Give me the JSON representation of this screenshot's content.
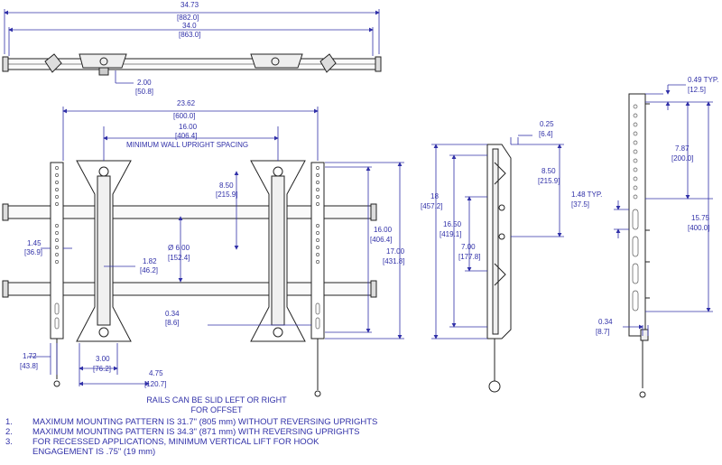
{
  "dims": {
    "top_overall": "34.73",
    "top_overall_mm": "[882.0]",
    "top_inner": "34.0",
    "top_inner_mm": "[863.0]",
    "top_hook": "2.00",
    "top_hook_mm": "[50.8]",
    "front_width": "23.62",
    "front_width_mm": "[600.0]",
    "front_spacing": "16.00",
    "front_spacing_mm": "[406.4]",
    "front_spacing_label": "MINIMUM WALL UPRIGHT SPACING",
    "front_vert_a": "8.50",
    "front_vert_a_mm": "[215.9]",
    "front_dia": "Ø 6.00",
    "front_dia_mm": "[152.4]",
    "front_182": "1.82",
    "front_182_mm": "[46.2]",
    "front_145": "1.45",
    "front_145_mm": "[36.9]",
    "front_034": "0.34",
    "front_034_mm": "[8.6]",
    "front_172": "1.72",
    "front_172_mm": "[43.8]",
    "front_300": "3.00",
    "front_300_mm": "[76.2]",
    "front_475": "4.75",
    "front_475_mm": "[120.7]",
    "front_1600": "16.00",
    "front_1600_mm": "[406.4]",
    "front_1700": "17.00",
    "front_1700_mm": "[431.8]",
    "side_18": "18",
    "side_18_mm": "[457.2]",
    "side_1650": "16.50",
    "side_1650_mm": "[419.1]",
    "side_700": "7.00",
    "side_700_mm": "[177.8]",
    "side_025": "0.25",
    "side_025_mm": "[6.4]",
    "side_850": "8.50",
    "side_850_mm": "[215.9]",
    "right_049": "0.49  TYP.",
    "right_049_mm": "[12.5]",
    "right_787": "7.87",
    "right_787_mm": "[200.0]",
    "right_148": "1.48  TYP.",
    "right_148_mm": "[37.5]",
    "right_1575": "15.75",
    "right_1575_mm": "[400.0]",
    "right_034": "0.34",
    "right_034_mm": "[8.7]"
  },
  "rails_note_1": "RAILS CAN BE SLID LEFT OR RIGHT",
  "rails_note_2": "FOR OFFSET",
  "notes": [
    {
      "num": "1.",
      "text": "MAXIMUM MOUNTING PATTERN IS 31.7\" (805 mm) WITHOUT REVERSING UPRIGHTS"
    },
    {
      "num": "2.",
      "text": "MAXIMUM MOUNTING PATTERN IS 34.3\" (871 mm) WITH REVERSING UPRIGHTS"
    },
    {
      "num": "3.",
      "text": "FOR RECESSED APPLICATIONS, MINIMUM VERTICAL LIFT FOR HOOK"
    },
    {
      "num": "",
      "text": "ENGAGEMENT IS .75\" (19 mm)"
    }
  ]
}
